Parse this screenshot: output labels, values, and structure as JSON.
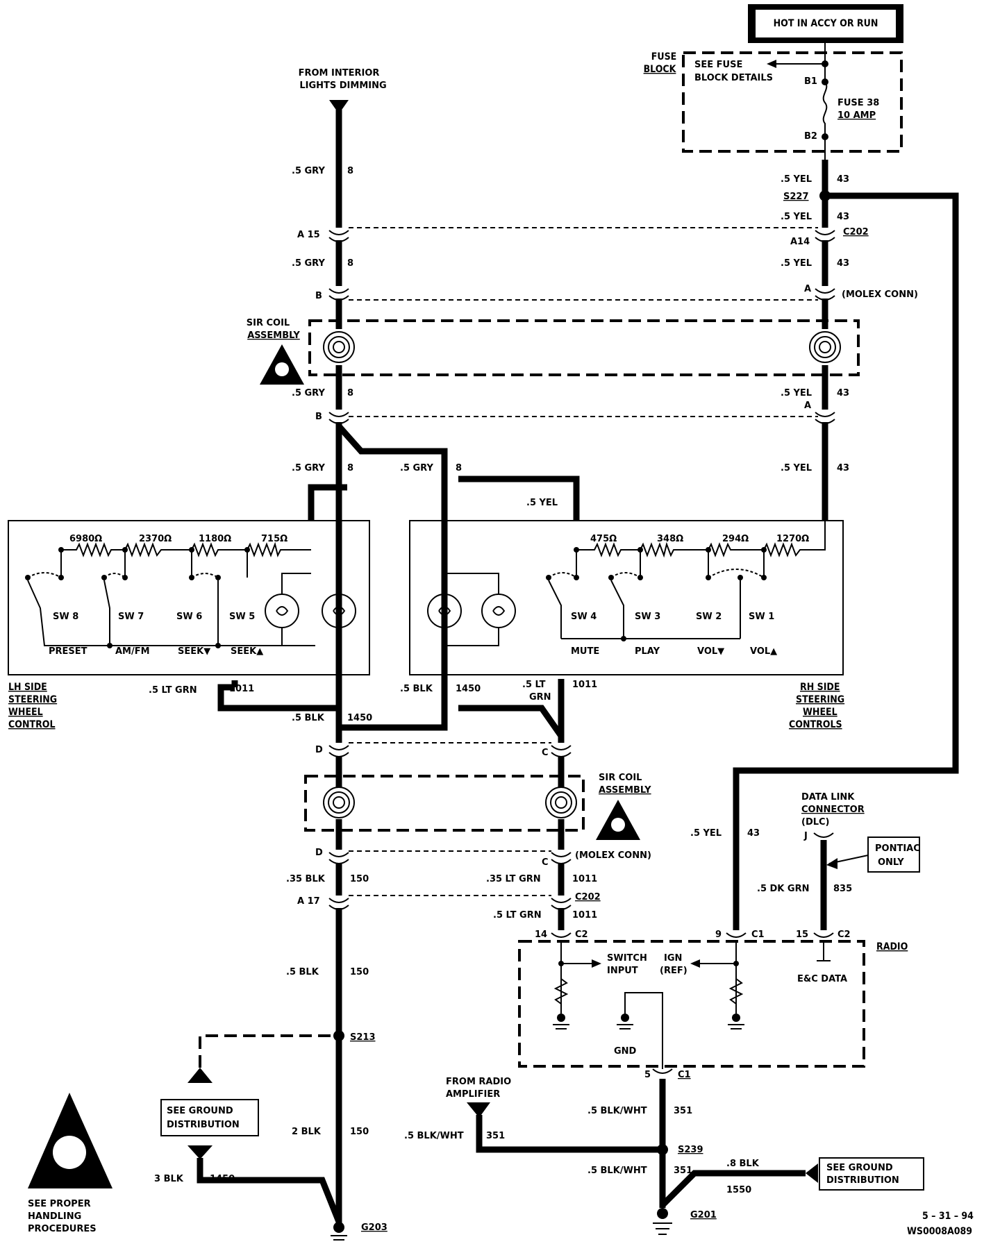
{
  "header": {
    "power_label": "HOT IN ACCY OR RUN"
  },
  "fuse_block": {
    "title_1": "FUSE",
    "title_2": "BLOCK",
    "details_1": "SEE FUSE",
    "details_2": "BLOCK DETAILS",
    "pin_in": "B1",
    "pin_out": "B2",
    "fuse_1": "FUSE 38",
    "fuse_2": "10 AMP"
  },
  "top_source": {
    "line_1": "FROM INTERIOR",
    "line_2": "LIGHTS DIMMING"
  },
  "wires": {
    "gry_gauge": ".5 GRY",
    "gry_circuit": "8",
    "yel_gauge": ".5 YEL",
    "yel_circuit": "43",
    "ltgrn_gauge": ".5 LT GRN",
    "ltgrn_gauge_split_1": ".5 LT",
    "ltgrn_gauge_split_2": "GRN",
    "ltgrn_circuit": "1011",
    "blk_gauge": ".5 BLK",
    "blk_circuit_1450": "1450",
    "blk_35_gauge": ".35 BLK",
    "blk_circuit_150": "150",
    "ltgrn_35_gauge": ".35 LT GRN",
    "dkgrn_gauge": ".5 DK GRN",
    "dkgrn_circuit": "835",
    "blk2_gauge": "2 BLK",
    "blk3_gauge": "3 BLK",
    "blkwht_gauge": ".5 BLK/WHT",
    "blkwht_circuit": "351",
    "blk8_gauge": ".8 BLK",
    "blk_circuit_1550": "1550"
  },
  "splices": {
    "s227": "S227",
    "s213": "S213",
    "s239": "S239"
  },
  "connectors": {
    "c202": "C202",
    "pin_a15": "A 15",
    "pin_a14": "A14",
    "pin_a17": "A 17",
    "pin_b": "B",
    "pin_a": "A",
    "pin_c": "C",
    "pin_d": "D",
    "molex": "(MOLEX CONN)",
    "radio_pin_14": "14",
    "radio_pin_9": "9",
    "radio_pin_15": "15",
    "radio_pin_5": "5",
    "radio_c1": "C1",
    "radio_c2": "C2",
    "dlc_pin_j": "J"
  },
  "sir_coil": {
    "line_1": "SIR COIL",
    "line_2": "ASSEMBLY"
  },
  "lh_control": {
    "title": [
      "LH SIDE",
      "STEERING",
      "WHEEL",
      "CONTROL"
    ],
    "resistors": [
      "6980Ω",
      "2370Ω",
      "1180Ω",
      "715Ω"
    ],
    "switches": [
      "SW 8",
      "SW 7",
      "SW 6",
      "SW 5"
    ],
    "functions": [
      "PRESET",
      "AM/FM",
      "SEEK▼",
      "SEEK▲"
    ]
  },
  "rh_control": {
    "title": [
      "RH SIDE",
      "STEERING",
      "WHEEL",
      "CONTROLS"
    ],
    "resistors": [
      "475Ω",
      "348Ω",
      "294Ω",
      "1270Ω"
    ],
    "switches": [
      "SW 4",
      "SW 3",
      "SW 2",
      "SW 1"
    ],
    "functions": [
      "MUTE",
      "PLAY",
      "VOL▼",
      "VOL▲"
    ]
  },
  "dlc": {
    "line_1": "DATA LINK",
    "line_2": "CONNECTOR",
    "line_3": "(DLC)",
    "note_1": "PONTIAC",
    "note_2": "ONLY"
  },
  "radio": {
    "title": "RADIO",
    "switch_input_1": "SWITCH",
    "switch_input_2": "INPUT",
    "ign_1": "IGN",
    "ign_2": "(REF)",
    "data": "E&C DATA",
    "gnd": "GND"
  },
  "amp_source": {
    "line_1": "FROM RADIO",
    "line_2": "AMPLIFIER"
  },
  "ground_ref": {
    "line_1": "SEE GROUND",
    "line_2": "DISTRIBUTION"
  },
  "grounds": {
    "g203": "G203",
    "g201": "G201"
  },
  "handling": {
    "line_1": "SEE PROPER",
    "line_2": "HANDLING",
    "line_3": "PROCEDURES"
  },
  "footer": {
    "date": "5 – 31 – 94",
    "drawing_id": "WS0008A089"
  }
}
